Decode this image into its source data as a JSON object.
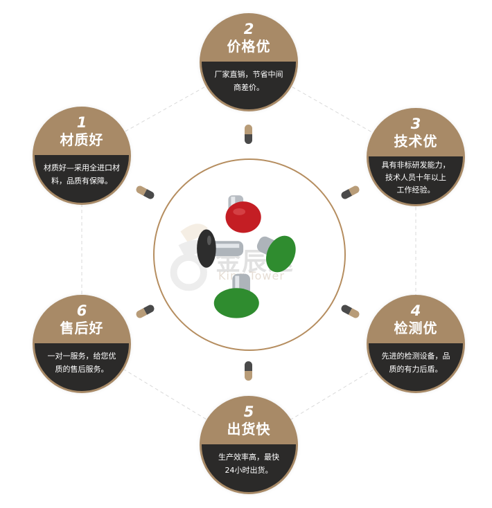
{
  "colors": {
    "badge_top": "#a88a67",
    "badge_bottom": "#2b2a29",
    "ring": "#b58d5f",
    "connector_line": "#d9d9d9",
    "pill_tan": "#b89c78",
    "pill_dark": "#4a4a4a"
  },
  "center": {
    "image_alt": "colored rivets product photo",
    "watermark_cn": "金辰达",
    "watermark_en": "King-Tower",
    "rivets": [
      {
        "color": "#c41e24",
        "label": "red rivet"
      },
      {
        "color": "#2d2d2d",
        "label": "black rivet"
      },
      {
        "color": "#2f8c2f",
        "label": "green rivet"
      },
      {
        "color": "#2f8c2f",
        "label": "green rivet"
      }
    ]
  },
  "features": [
    {
      "num": "1",
      "title": "材质好",
      "desc_line1": "材质好—采用全进口材",
      "desc_line2": "料，品质有保障。",
      "desc_line3": ""
    },
    {
      "num": "2",
      "title": "价格优",
      "desc_line1": "厂家直销，节省中间",
      "desc_line2": "商差价。",
      "desc_line3": ""
    },
    {
      "num": "3",
      "title": "技术优",
      "desc_line1": "具有非标研发能力，",
      "desc_line2": "技术人员十年以上",
      "desc_line3": "工作经验。"
    },
    {
      "num": "4",
      "title": "检测优",
      "desc_line1": "先进的检测设备，品",
      "desc_line2": "质的有力后盾。",
      "desc_line3": ""
    },
    {
      "num": "5",
      "title": "出货快",
      "desc_line1": "生产效率高，最快",
      "desc_line2": "24小时出货。",
      "desc_line3": ""
    },
    {
      "num": "6",
      "title": "售后好",
      "desc_line1": "一对一服务，给您优",
      "desc_line2": "质的售后服务。",
      "desc_line3": ""
    }
  ]
}
